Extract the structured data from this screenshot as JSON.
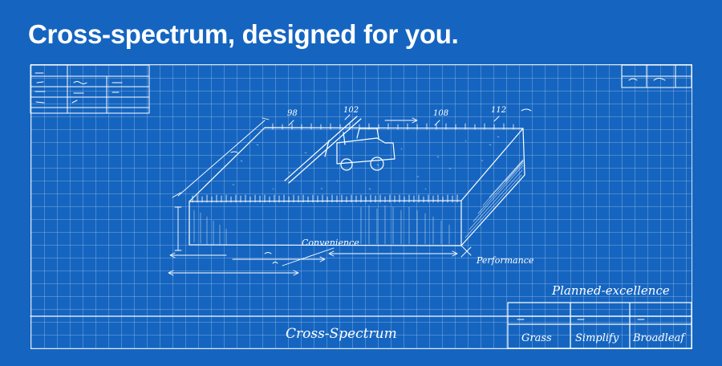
{
  "headline": "Cross-spectrum, designed for you.",
  "colors": {
    "background": "#1565C0",
    "line": "#ffffff"
  },
  "drawing": {
    "dimension_marks": [
      "98",
      "102",
      "108",
      "112"
    ],
    "labels": {
      "convenience": "Convenience",
      "performance": "Performance",
      "planned": "Planned-excellence",
      "title": "Cross-Spectrum"
    },
    "title_block_cells": [
      "Grass",
      "Simplify",
      "Broadleaf"
    ]
  }
}
